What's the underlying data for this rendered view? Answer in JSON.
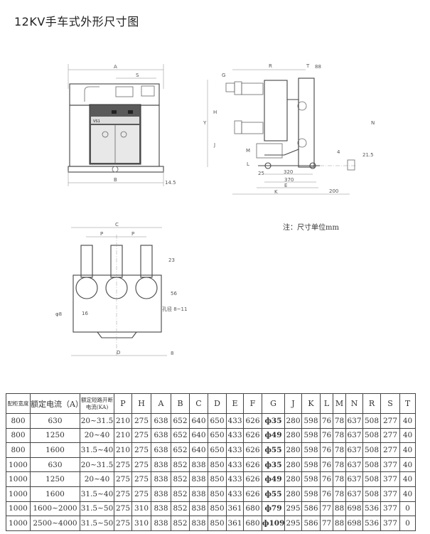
{
  "title": "12KV手车式外形尺寸图",
  "note": "注：尺寸单位mm",
  "front_view": {
    "labels": {
      "A": "A",
      "S": "S",
      "B": "B",
      "w": "14.5",
      "vs1": "VS1"
    }
  },
  "side_view": {
    "labels": {
      "R": "R",
      "T": "T",
      "t88": "88",
      "G": "G",
      "H": "H",
      "Y": "Y",
      "J": "J",
      "M": "M",
      "L": "L",
      "N": "N",
      "d25": "25",
      "d320": "320",
      "d370": "370",
      "E": "E",
      "K": "K",
      "d200": "200",
      "d4": "4",
      "d215": "21.5"
    }
  },
  "top_view": {
    "labels": {
      "C": "C",
      "P1": "P",
      "P2": "P",
      "d23": "23",
      "d56": "56",
      "d16": "16",
      "d8": "8",
      "D": "D",
      "hole": "孔径 8~11",
      "phi": "φ8"
    }
  },
  "table": {
    "headers": [
      "配柜宽度",
      "额定电流（A）",
      "额定短路开断电流(KA)",
      "P",
      "H",
      "A",
      "B",
      "C",
      "D",
      "E",
      "F",
      "G",
      "J",
      "K",
      "L",
      "M",
      "N",
      "R",
      "S",
      "T"
    ],
    "rows": [
      [
        "800",
        "630",
        "20~31.5",
        "210",
        "275",
        "638",
        "652",
        "640",
        "650",
        "433",
        "626",
        "ф35",
        "280",
        "598",
        "76",
        "78",
        "637",
        "508",
        "277",
        "40"
      ],
      [
        "800",
        "1250",
        "20~40",
        "210",
        "275",
        "638",
        "652",
        "640",
        "650",
        "433",
        "626",
        "ф49",
        "280",
        "598",
        "76",
        "78",
        "637",
        "508",
        "277",
        "40"
      ],
      [
        "800",
        "1600",
        "31.5~40",
        "210",
        "275",
        "638",
        "652",
        "640",
        "650",
        "433",
        "626",
        "ф55",
        "280",
        "598",
        "76",
        "78",
        "637",
        "508",
        "277",
        "40"
      ],
      [
        "1000",
        "630",
        "20~31.5",
        "275",
        "275",
        "838",
        "852",
        "838",
        "850",
        "433",
        "626",
        "ф35",
        "280",
        "598",
        "76",
        "78",
        "637",
        "508",
        "377",
        "40"
      ],
      [
        "1000",
        "1250",
        "20~40",
        "275",
        "275",
        "838",
        "852",
        "838",
        "850",
        "433",
        "626",
        "ф49",
        "280",
        "598",
        "76",
        "78",
        "637",
        "508",
        "377",
        "40"
      ],
      [
        "1000",
        "1600",
        "31.5~40",
        "275",
        "275",
        "838",
        "852",
        "838",
        "850",
        "433",
        "626",
        "ф55",
        "280",
        "598",
        "76",
        "78",
        "637",
        "508",
        "377",
        "40"
      ],
      [
        "1000",
        "1600~2000",
        "31.5~50",
        "275",
        "310",
        "838",
        "852",
        "838",
        "850",
        "361",
        "680",
        "ф79",
        "295",
        "586",
        "77",
        "88",
        "698",
        "536",
        "377",
        "0"
      ],
      [
        "1000",
        "2500~4000",
        "31.5~50",
        "275",
        "310",
        "838",
        "852",
        "838",
        "850",
        "361",
        "680",
        "ф109",
        "295",
        "586",
        "77",
        "88",
        "698",
        "536",
        "377",
        "0"
      ]
    ]
  }
}
